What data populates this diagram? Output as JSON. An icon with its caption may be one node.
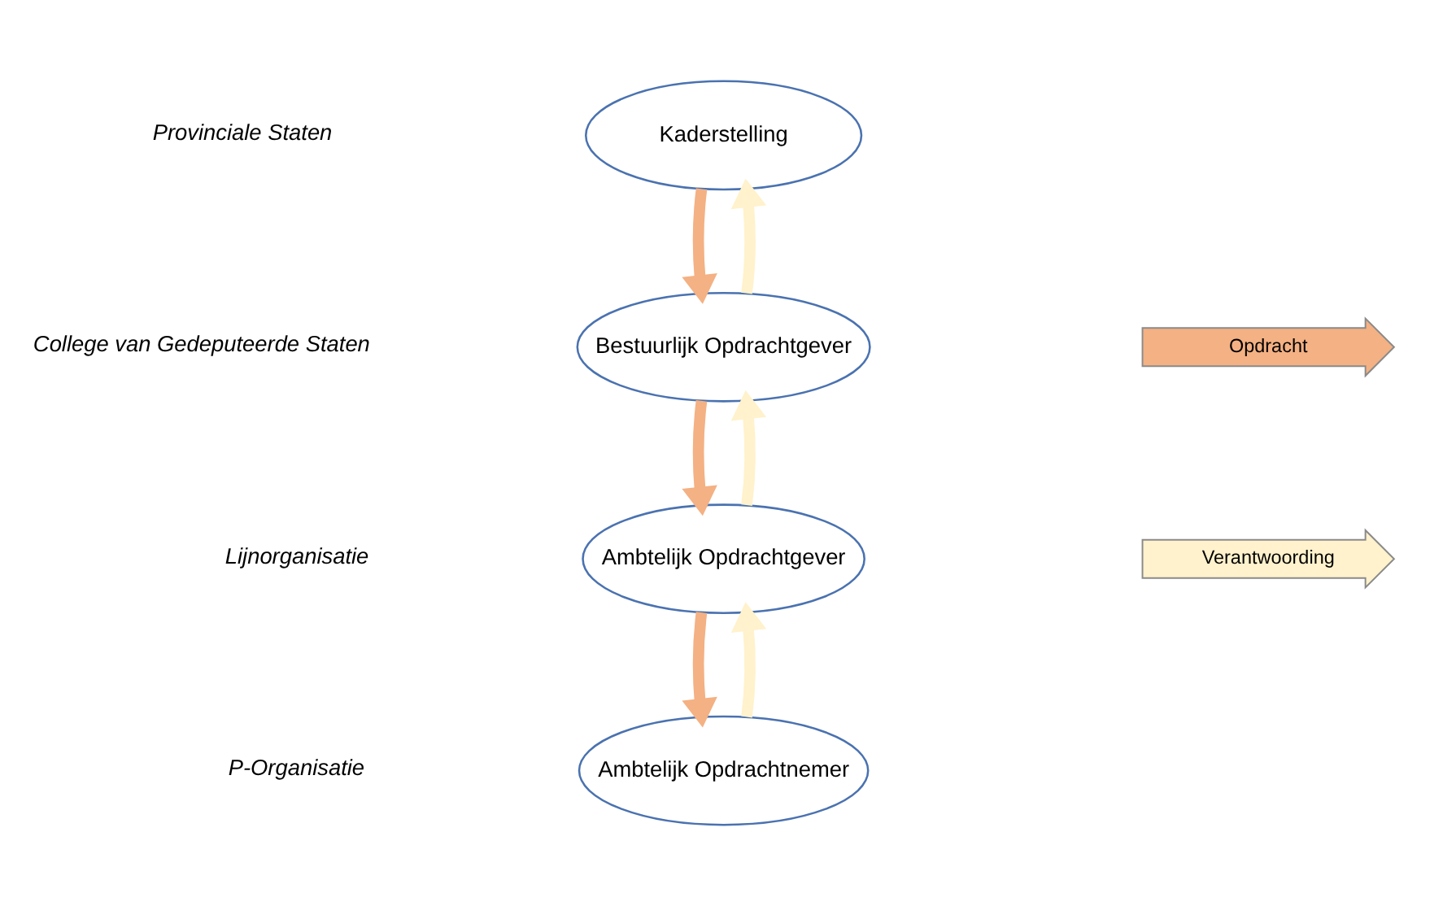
{
  "diagram": {
    "nodes": [
      {
        "text": [
          "Kaderstelling"
        ]
      },
      {
        "text": [
          "Bestuurlijk Opdrachtgever"
        ]
      },
      {
        "text": [
          "Ambtelijk Opdrachtgever"
        ]
      },
      {
        "text": [
          "Ambtelijk Opdrachtnemer"
        ]
      }
    ],
    "edges": [
      {
        "from": 0,
        "to": 1,
        "arrow": "to",
        "color": "#f4b183"
      },
      {
        "from": 1,
        "to": 0,
        "arrow": "to",
        "color": "#fff2cc"
      },
      {
        "from": 1,
        "to": 2,
        "arrow": "to",
        "color": "#f4b183"
      },
      {
        "from": 2,
        "to": 1,
        "arrow": "to",
        "color": "#fff2cc"
      },
      {
        "from": 2,
        "to": 3,
        "arrow": "to",
        "color": "#f4b183"
      },
      {
        "from": 3,
        "to": 2,
        "arrow": "to",
        "color": "#fff2cc"
      }
    ],
    "labels": [
      "Provinciale Staten",
      "College van Gedeputeerde Staten",
      "Lijnorganisatie",
      "P-Organisatie"
    ],
    "legend": [
      {
        "text": "Opdracht",
        "color": "#f4b183"
      },
      {
        "text": "Verantwoording",
        "color": "#fff2cc"
      }
    ]
  }
}
